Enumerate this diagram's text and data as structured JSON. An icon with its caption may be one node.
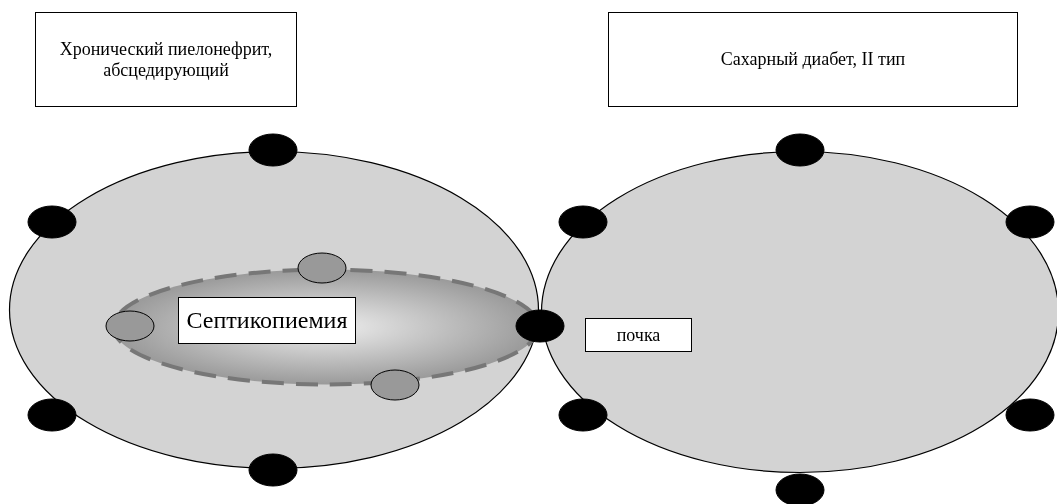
{
  "diagram": {
    "nodes": [
      {
        "text": [
          "Хронический пиелонефрит, абсцедирующий"
        ]
      },
      {
        "text": [
          "Сахарный диабет, II тип"
        ]
      },
      {
        "text": [],
        "shape": "ellipse"
      },
      {
        "text": [],
        "shape": "ellipse",
        "in": 2
      },
      {
        "text": [
          "Септикопиемия"
        ],
        "in": 3
      },
      {
        "text": [],
        "shape": "ellipse"
      },
      {
        "text": [
          "почка"
        ],
        "in": 5
      }
    ]
  }
}
